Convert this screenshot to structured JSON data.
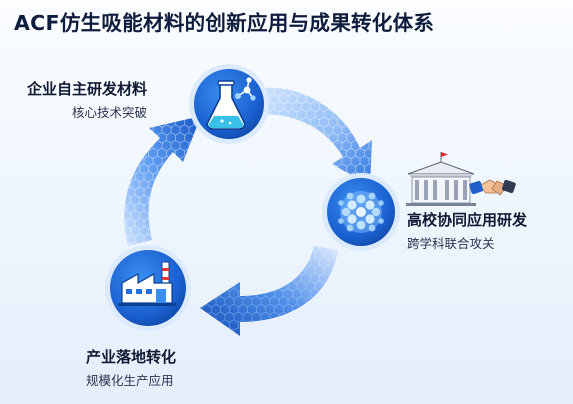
{
  "title": "ACF仿生吸能材料的创新应用与成果转化体系",
  "nodes": {
    "top": {
      "title": "企业自主研发材料",
      "subtitle": "核心技术突破",
      "icon": "flask-icon"
    },
    "right": {
      "title": "高校协同应用研发",
      "subtitle": "跨学科联合攻关",
      "icon": "cell-cluster-icon",
      "extra_icons": [
        "university-building-icon",
        "handshake-icon"
      ]
    },
    "bottom": {
      "title": "产业落地转化",
      "subtitle": "规模化生产应用",
      "icon": "factory-icon"
    }
  },
  "colors": {
    "accent_dark": "#1254b8",
    "accent": "#1f6fe0",
    "accent_light": "#bcdcff",
    "title_text": "#0e1d3d"
  }
}
